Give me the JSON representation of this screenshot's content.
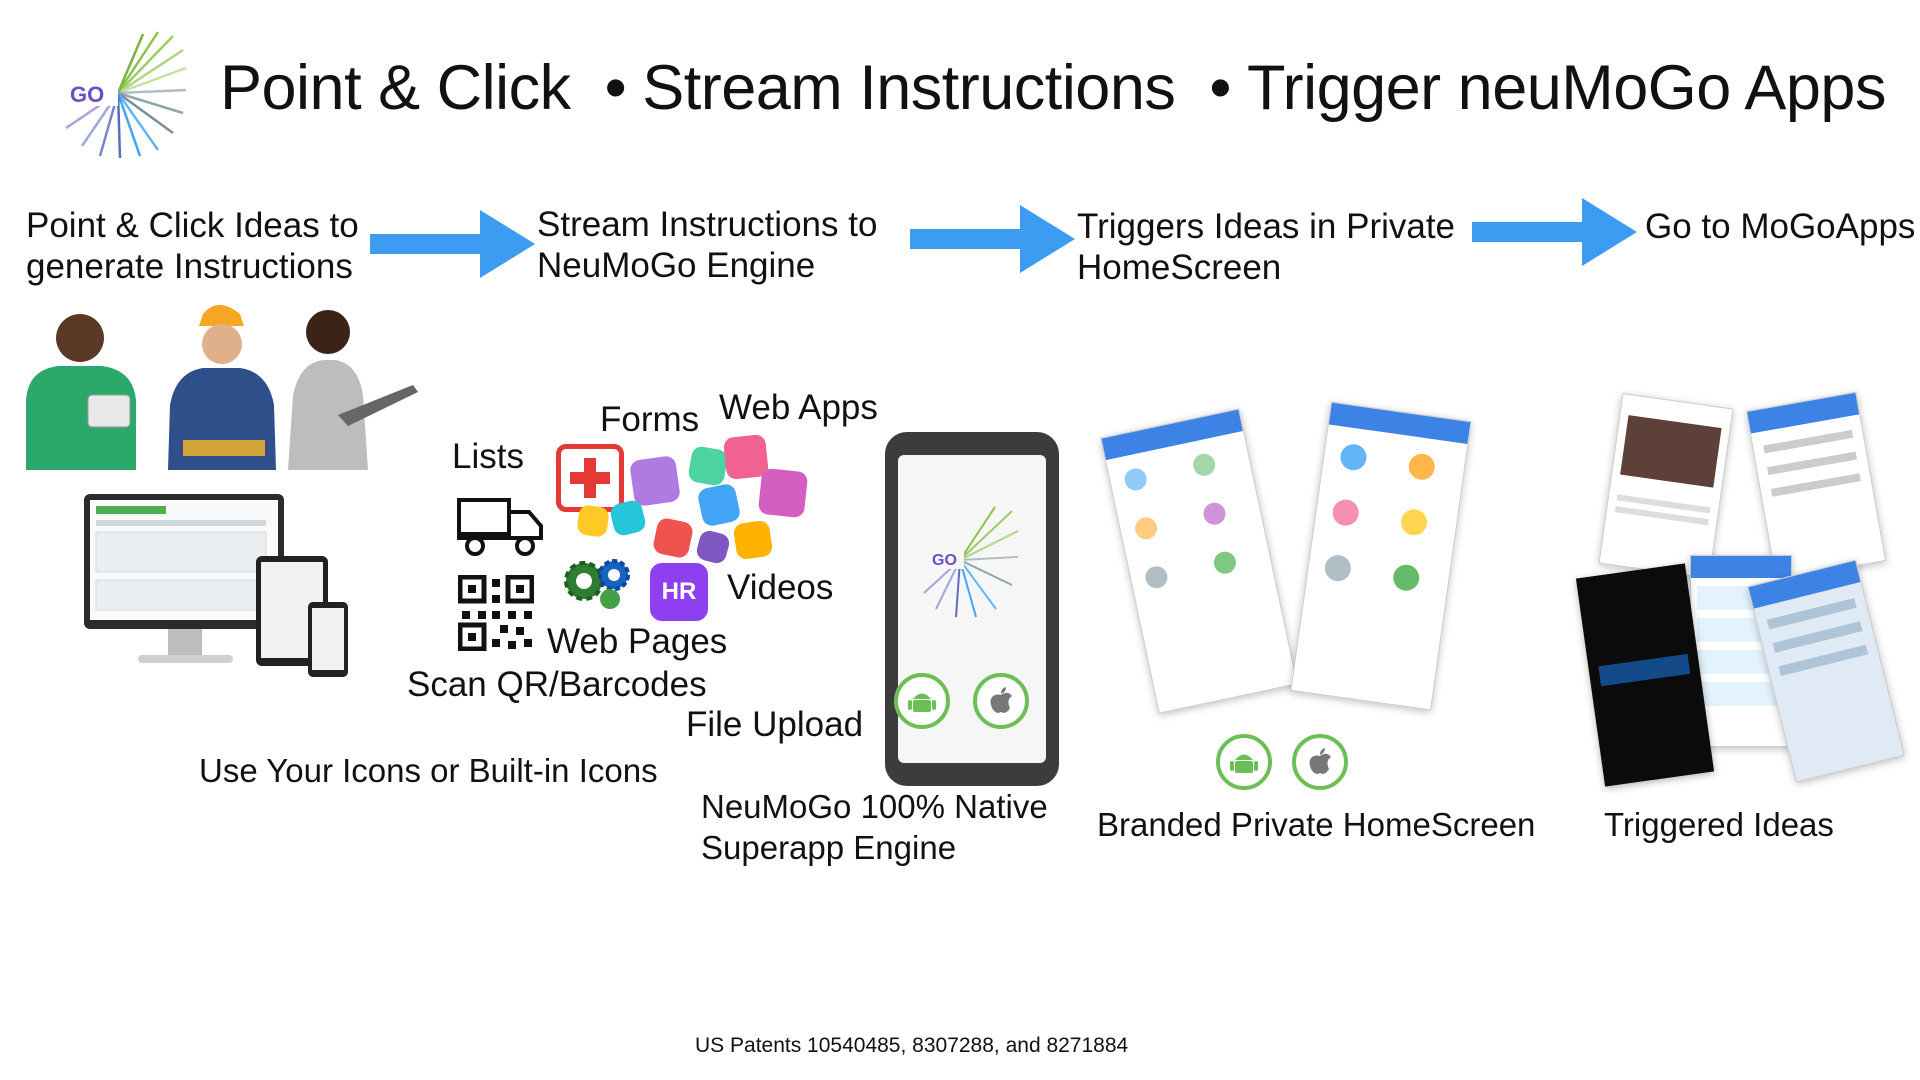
{
  "logo": {
    "text": "GO"
  },
  "title": {
    "part1": "Point & Click",
    "part2": "Stream Instructions",
    "part3": "Trigger neuMoGo Apps",
    "bullet": "•"
  },
  "steps": [
    {
      "line1": "Point & Click Ideas to",
      "line2": "generate Instructions"
    },
    {
      "line1": "Stream Instructions to",
      "line2": "NeuMoGo Engine"
    },
    {
      "line1": "Triggers Ideas in Private",
      "line2": "HomeScreen"
    },
    {
      "line1": "Go to MoGoApps",
      "line2": ""
    }
  ],
  "features": {
    "lists": "Lists",
    "forms": "Forms",
    "web_apps": "Web Apps",
    "videos": "Videos",
    "web_pages": "Web Pages",
    "scan": "Scan QR/Barcodes",
    "file_upload": "File Upload",
    "hr_badge": "HR"
  },
  "icons_caption": "Use Your Icons or Built-in Icons",
  "engine": {
    "line1": "NeuMoGo 100% Native",
    "line2": "Superapp Engine",
    "logo_text": "GO"
  },
  "homescreen_caption": "Branded Private HomeScreen",
  "triggered_caption": "Triggered Ideas",
  "patents": "US Patents 10540485, 8307288, and 8271884",
  "colors": {
    "arrow": "#3b9cf2",
    "logo_purple": "#6b4fc7",
    "accent_blue": "#3d83e6",
    "android_green": "#6cbf57"
  }
}
